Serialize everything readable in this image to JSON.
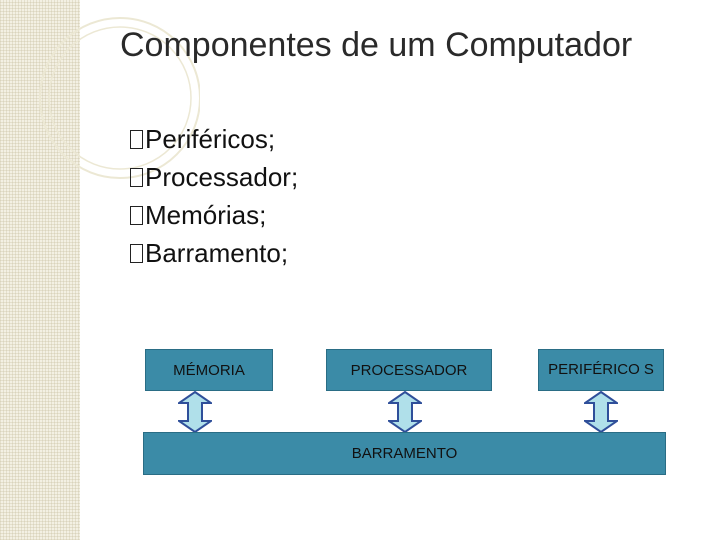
{
  "slide": {
    "title": "Componentes de um Computador",
    "bullet_icon": "empty-square-placeholder-glyph",
    "bullets": [
      "Periféricos;",
      "Processador;",
      "Memórias;",
      "Barramento;"
    ]
  },
  "diagram": {
    "memory_label": "MÉMORIA",
    "processor_label": "PROCESSADOR",
    "peripherals_label": "PERIFÉRICO S",
    "bus_label": "BARRAMENTO",
    "connector_icon": "double-headed-vertical-arrow"
  },
  "colors": {
    "box_fill": "#3b8ba7",
    "arrow_fill": "#b0e0ea",
    "arrow_stroke": "#2f4f9a",
    "left_strip": "#f3f0e3"
  }
}
